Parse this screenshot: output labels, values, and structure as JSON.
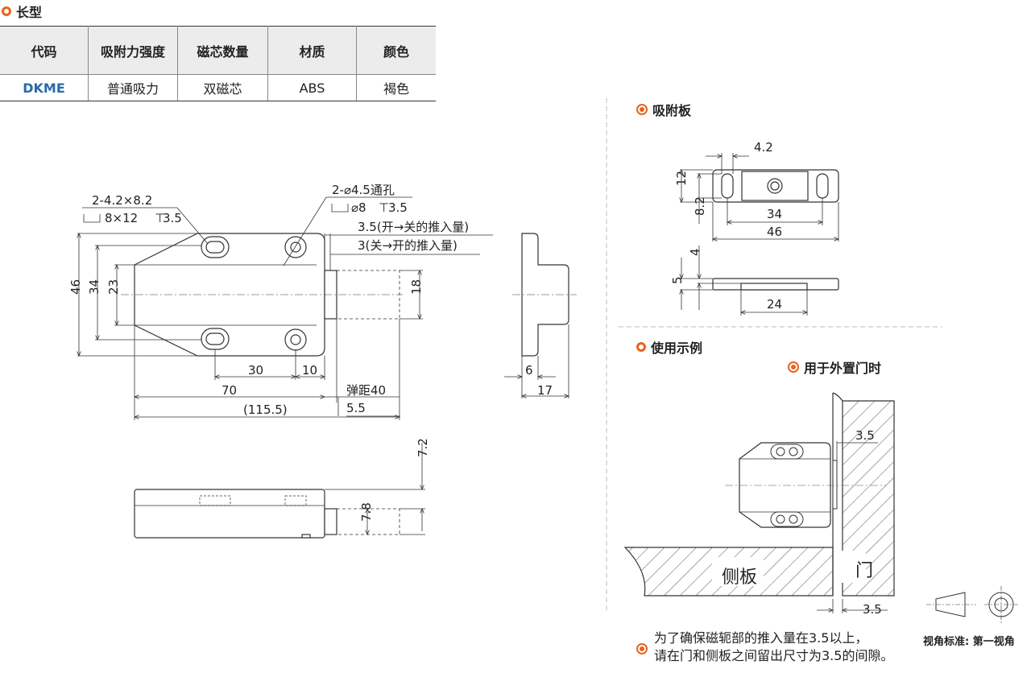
{
  "header": {
    "title": "长型"
  },
  "spec_table": {
    "headers": [
      "代码",
      "吸附力强度",
      "磁芯数量",
      "材质",
      "颜色"
    ],
    "row": [
      "DKME",
      "普通吸力",
      "双磁芯",
      "ABS",
      "褐色"
    ]
  },
  "main_drawing": {
    "hole_note_1": "2-4.2×8.2",
    "hole_note_1b": "8×12",
    "hole_note_1c": "3.5",
    "hole_note_2": "2-⌀4.5通孔",
    "hole_note_2b": "⌀8",
    "hole_note_2c": "3.5",
    "stroke_open_close": "3.5(开→关的推入量)",
    "stroke_close_open": "3(关→开的推入量)",
    "dim_46": "46",
    "dim_34": "34",
    "dim_23": "23",
    "dim_18": "18",
    "dim_30": "30",
    "dim_10": "10",
    "dim_70": "70",
    "dim_spring": "弹距40",
    "dim_5_5": "5.5",
    "dim_115_5": "(115.5)",
    "dim_6": "6",
    "dim_17": "17",
    "dim_7_2": "7.2",
    "dim_7_8": "7.8"
  },
  "plate": {
    "title": "吸附板",
    "dim_4_2": "4.2",
    "dim_12": "12",
    "dim_8_2": "8.2",
    "dim_34": "34",
    "dim_46": "46",
    "dim_4": "4",
    "dim_5": "5",
    "dim_24": "24"
  },
  "usage": {
    "title": "使用示例",
    "subtitle": "用于外置门时",
    "gap_top": "3.5",
    "gap_bottom": "3.5",
    "side_panel": "侧板",
    "door": "门"
  },
  "note": {
    "line1": "为了确保磁轭部的推入量在3.5以上，",
    "line2": "请在门和侧板之间留出尺寸为3.5的间隙。"
  },
  "projection": {
    "label": "视角标准: 第一视角"
  },
  "colors": {
    "accent": "#e8641e",
    "code": "#2a6aa8"
  }
}
